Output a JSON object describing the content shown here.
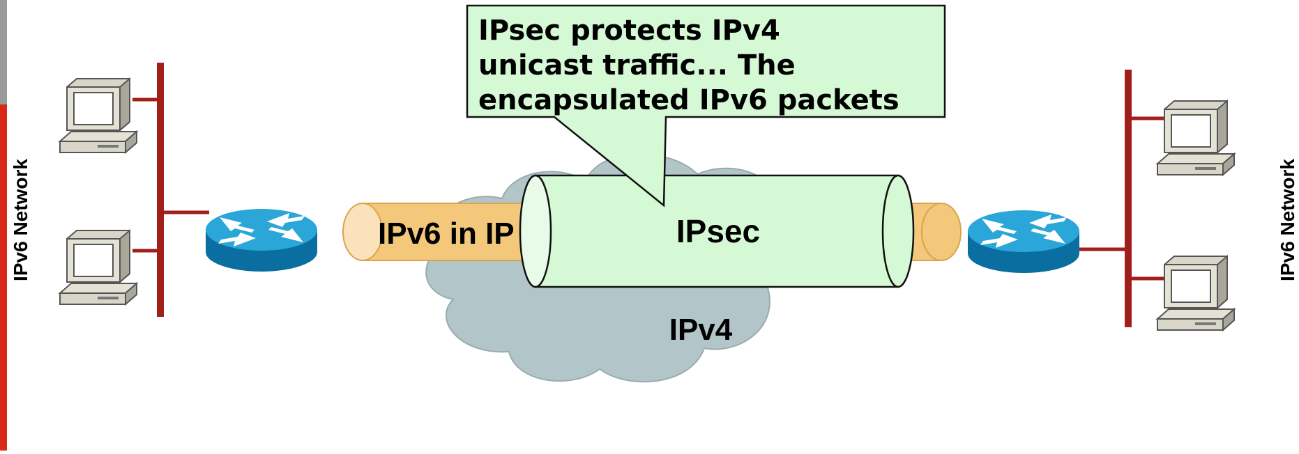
{
  "diagram": {
    "left_network_label": "IPv6 Network",
    "right_network_label": "IPv6 Network",
    "callout_lines": [
      "IPsec protects IPv4",
      "unicast traffic... The",
      "encapsulated IPv6 packets"
    ],
    "tunnel_label": "IPv6 in IP",
    "ipsec_label": "IPsec",
    "cloud_label": "IPv4",
    "colors": {
      "backbone": "#a01f1a",
      "tunnel_fill": "#f3c87a",
      "ipsec_fill": "#d4f9d4",
      "callout_fill": "#d4f9d4",
      "cloud_fill": "#b2c6ca",
      "router_top": "#2aa6d9",
      "router_side": "#0a6fa0",
      "accent_bar": "#d6291b"
    },
    "icons": {
      "computer": "desktop-computer-icon",
      "router": "router-icon"
    }
  }
}
